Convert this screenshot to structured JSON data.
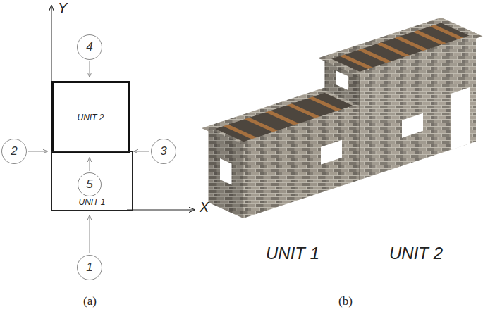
{
  "diagram": {
    "nodes": [
      {
        "text": [
          "4"
        ]
      },
      {
        "text": [
          "UNIT 2"
        ]
      },
      {
        "text": [
          "2"
        ]
      },
      {
        "text": [
          "3"
        ]
      },
      {
        "text": [
          "UNIT 1"
        ]
      },
      {
        "text": [
          "5"
        ],
        "in": 4
      },
      {
        "text": [
          "1"
        ]
      }
    ],
    "edges": [
      {
        "from": 0,
        "to": 1,
        "arrow": "to"
      },
      {
        "from": 2,
        "to": 1,
        "arrow": "to"
      },
      {
        "from": 3,
        "to": 1,
        "arrow": "to"
      },
      {
        "from": 5,
        "to": 1,
        "arrow": "to"
      },
      {
        "from": 6,
        "to": 4,
        "arrow": "to"
      }
    ],
    "labels": [
      "Y",
      "X",
      "UNIT 1",
      "UNIT 2",
      "(a)",
      "(b)"
    ]
  }
}
